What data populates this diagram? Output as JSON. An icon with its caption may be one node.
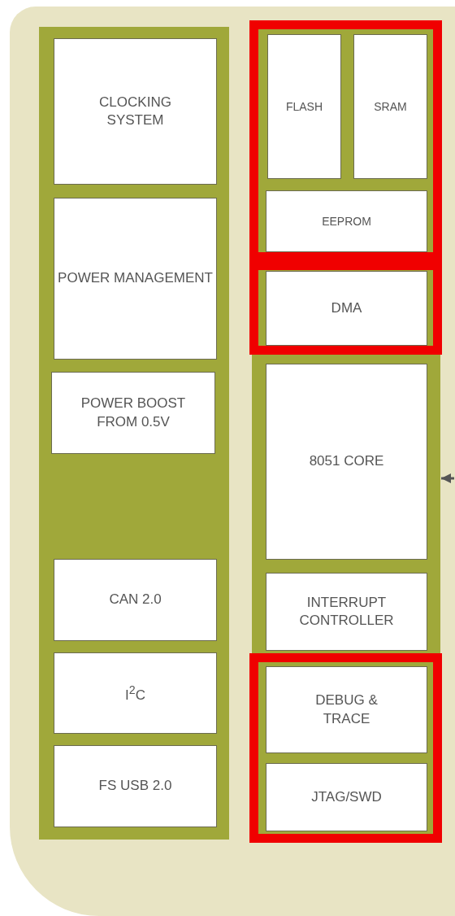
{
  "diagram": {
    "nodes": [
      {
        "text": [],
        "shape": "box"
      },
      {
        "text": [
          "CLOCKING SYSTEM"
        ],
        "in": 0
      },
      {
        "text": [
          "POWER MANAGEMENT"
        ],
        "in": 0
      },
      {
        "text": [
          "POWER BOOST FROM 0.5V"
        ],
        "in": 0
      },
      {
        "text": [
          "CAN 2.0"
        ],
        "in": 0
      },
      {
        "text": [
          "I$^{2}$C"
        ],
        "in": 0
      },
      {
        "text": [
          "FS USB 2.0"
        ],
        "in": 0
      },
      {
        "text": [],
        "shape": "box"
      },
      {
        "text": [
          "FLASH"
        ],
        "in": 7
      },
      {
        "text": [
          "SRAM"
        ],
        "in": 7
      },
      {
        "text": [
          "EEPROM"
        ],
        "in": 7
      },
      {
        "text": [],
        "shape": "box"
      },
      {
        "text": [
          "DMA"
        ],
        "in": 11
      },
      {
        "text": [],
        "shape": "box"
      },
      {
        "text": [
          "8051 CORE"
        ],
        "in": 13
      },
      {
        "text": [
          "INTERRUPT CONTROLLER"
        ],
        "in": 13
      },
      {
        "text": [],
        "shape": "box"
      },
      {
        "text": [
          "DEBUG & TRACE"
        ],
        "in": 16
      },
      {
        "text": [
          "JTAG/SWD"
        ],
        "in": 16
      }
    ],
    "edges": [
      {
        "from": null,
        "to": 13,
        "arrow": "to"
      }
    ]
  }
}
